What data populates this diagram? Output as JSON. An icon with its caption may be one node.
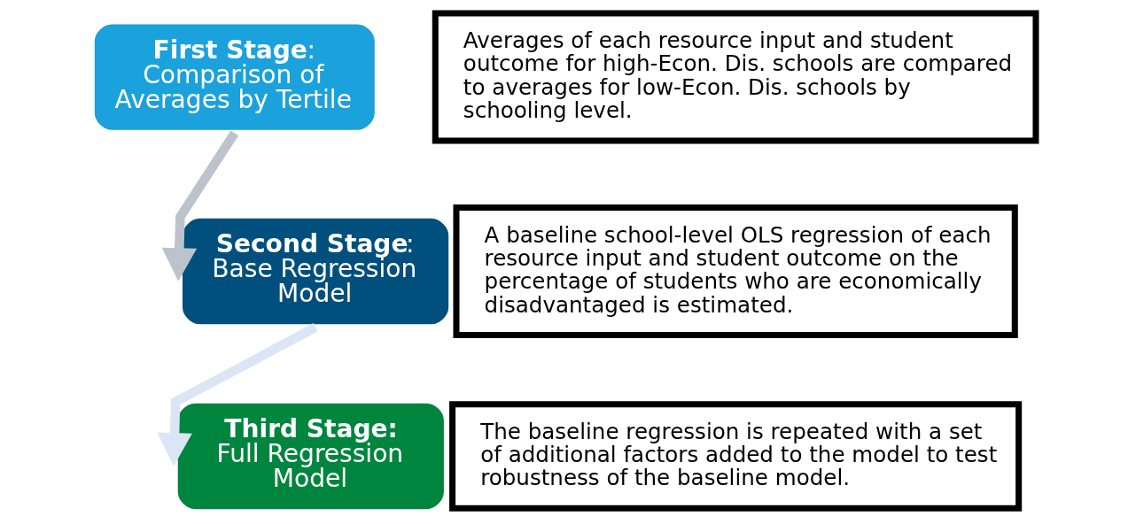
{
  "diagram": {
    "nodes": [
      {
        "text": [
          "**First Stage**: Comparison of Averages by Tertile"
        ]
      },
      {
        "text": [
          "Averages of each resource input and student outcome for high-Econ. Dis. schools are compared to averages for low-Econ. Dis. schools by schooling level."
        ]
      },
      {
        "text": [
          "**Second Stage**: Base Regression Model"
        ]
      },
      {
        "text": [
          "A baseline school-level OLS regression of each resource input and student outcome on the percentage of students who are economically disadvantaged is estimated."
        ]
      },
      {
        "text": [
          "**Third Stage:** Full Regression Model"
        ]
      },
      {
        "text": [
          "The baseline regression is repeated with a set of additional factors added to the model to test robustness of the baseline model."
        ]
      }
    ],
    "edges": [
      {
        "from": 0,
        "to": 2,
        "arrow": "to",
        "color": "#bcc3cc"
      },
      {
        "from": 2,
        "to": 4,
        "arrow": "to",
        "color": "#dbe6f4"
      }
    ]
  }
}
